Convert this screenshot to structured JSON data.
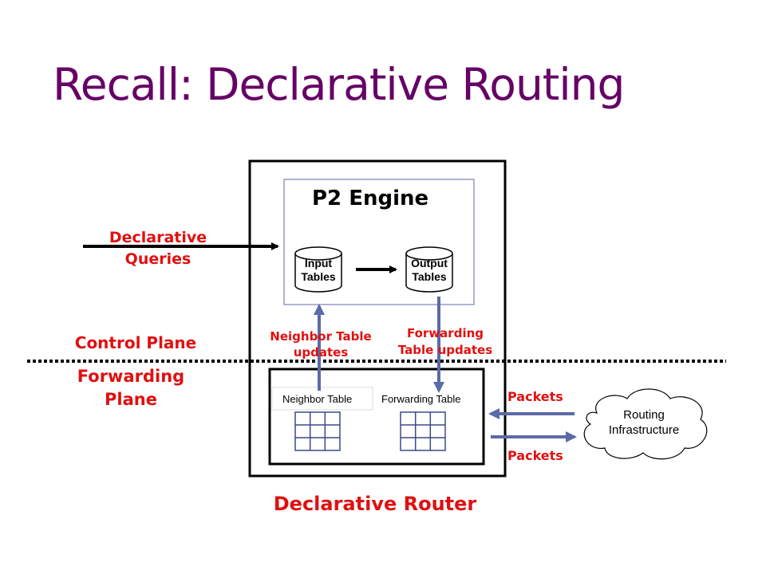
{
  "slide": {
    "title": "Recall: Declarative Routing"
  },
  "diagram": {
    "router_label": "Declarative Router",
    "engine_title": "P2 Engine",
    "input_tables": [
      "Input",
      "Tables"
    ],
    "output_tables": [
      "Output",
      "Tables"
    ],
    "declarative_queries": [
      "Declarative",
      "Queries"
    ],
    "control_plane": "Control Plane",
    "forwarding_plane": [
      "Forwarding",
      "Plane"
    ],
    "neighbor_updates": [
      "Neighbor Table",
      "updates"
    ],
    "forwarding_updates": [
      "Forwarding",
      "Table updates"
    ],
    "neighbor_table": "Neighbor Table",
    "forwarding_table": "Forwarding Table",
    "packets_in": "Packets",
    "packets_out": "Packets",
    "routing_infra": [
      "Routing",
      "Infrastructure"
    ]
  },
  "colors": {
    "title": "#660066",
    "labels": "#e01010",
    "arrows_blue": "#5b6aa8",
    "grid": "#3a4a8a"
  }
}
